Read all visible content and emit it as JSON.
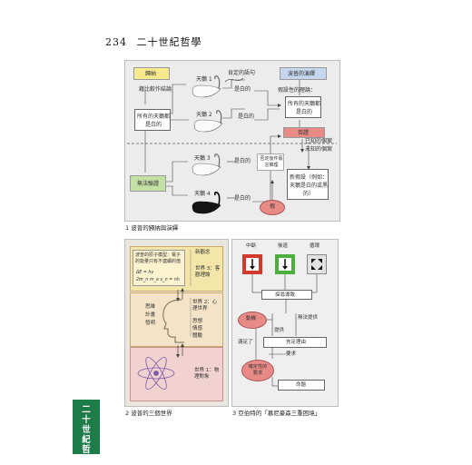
{
  "page_header": {
    "page_number": "234",
    "book_title": "二十世紀哲學"
  },
  "side_tab": "二十世紀哲學",
  "fig1": {
    "induction": "歸納",
    "deduction": "波普的演繹",
    "swan1": "天鵝 1",
    "swan2": "天鵝 2",
    "swan3": "天鵝 3",
    "swan4": "天鵝 4",
    "is_white_1": "是白的",
    "is_white_2": "是白的",
    "is_white_3": "是白的",
    "is_white_4": "是白的",
    "affirm_statement": "肯定的語句",
    "compare_generalize": "藉比較作結論",
    "all_swans_left": "所有的天鵝都是白的",
    "hypothetical_theory": "假設性的理論：",
    "all_swans_right": "所有的天鵝都是白的",
    "negation": "否證",
    "known_observed": "已知的個案",
    "unknown_observed": "未知的個案",
    "negative_inference": "否定後件假言推理",
    "cannot_verify": "無法驗證",
    "new_hypothesis": "新假設（例如：天鵝是白的或黑的）",
    "false": "假",
    "caption": "1 波普的歸納與演繹"
  },
  "fig2": {
    "world1_text": "波普的原子模型：電子的能量只有不連續的值",
    "formula1": "ΔE = hν",
    "formula2": "2πr_n m_e v_n = nh",
    "new_view": "新觀念",
    "world3": "世界 3：客觀理論",
    "thinking": "思維",
    "planning": "計畫",
    "discovery": "發明",
    "world2": "世界 2：心理世界",
    "thought": "思想",
    "emotion": "情感",
    "experience": "體驗",
    "world1": "世界 1：物理對象",
    "caption": "2 波普的三個世界"
  },
  "fig3": {
    "stop": "中斷",
    "go_back": "後退",
    "turn": "循環",
    "search": "探尋導致",
    "motivation": "動機",
    "cannot_provide": "無法提供",
    "provide": "提供",
    "satisfied": "滿足了",
    "sufficient_reason": "充足理由",
    "require": "要求",
    "determinate_need": "確定性的要求",
    "proposition": "命題",
    "caption": "3 亞伯特的「慕尼豪森三重困境」"
  },
  "colors": {
    "yellow": "#f7ea8c",
    "blue": "#c6d6ee",
    "green": "#c4e0a4",
    "red": "#e88a86",
    "tab_green": "#1e7c48"
  }
}
